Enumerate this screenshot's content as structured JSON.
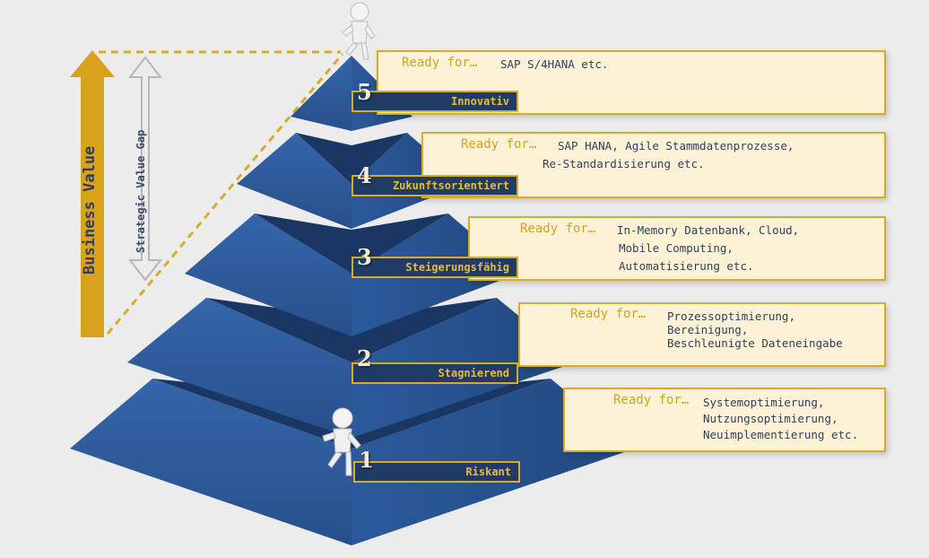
{
  "axis": {
    "business_value": "Business Value",
    "strategic_gap": "Strategic Value Gap"
  },
  "ready_prefix": "Ready for…",
  "levels": [
    {
      "number": "5",
      "label": "Innovativ",
      "lines": [
        "SAP S/4HANA etc."
      ]
    },
    {
      "number": "4",
      "label": "Zukunftsorientiert",
      "lines": [
        "SAP HANA, Agile Stammdatenprozesse,",
        "Re-Standardisierung etc."
      ]
    },
    {
      "number": "3",
      "label": "Steigerungsfähig",
      "lines": [
        "In-Memory Datenbank, Cloud,",
        "Mobile Computing,",
        "Automatisierung etc."
      ]
    },
    {
      "number": "2",
      "label": "Stagnierend",
      "lines": [
        "Prozessoptimierung,",
        "Bereinigung,",
        "Beschleunigte Dateneingabe"
      ]
    },
    {
      "number": "1",
      "label": "Riskant",
      "lines": [
        "Systemoptimierung,",
        "Nutzungsoptimierung,",
        "Neuimplementierung etc."
      ]
    }
  ],
  "colors": {
    "pyramid_front": "#2c5ea2",
    "pyramid_side": "#264f8c",
    "pyramid_dark": "#1a3663",
    "gold": "#d9ab2a",
    "box_fill": "#fdf2d6",
    "background": "#ececed"
  },
  "icons": [
    "stick-figure-top-icon",
    "stick-figure-climbing-icon"
  ]
}
